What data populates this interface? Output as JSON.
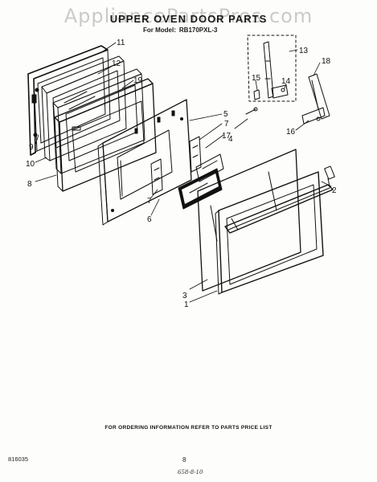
{
  "watermark": "AppliancePartsPros.com",
  "title": "UPPER OVEN DOOR PARTS",
  "model": {
    "label": "For Model:",
    "value": "RB170PXL-3"
  },
  "callouts": {
    "c1": "1",
    "c2": "2",
    "c3": "3",
    "c4": "4",
    "c5": "5",
    "c6": "6",
    "c7a": "7",
    "c7b": "7",
    "c8": "8",
    "c9": "9",
    "c10": "10",
    "c11": "11",
    "c12": "12",
    "c13": "13",
    "c14": "14",
    "c15": "15",
    "c16": "16",
    "c17": "17",
    "c18": "18",
    "c19": "19"
  },
  "footer_note": "FOR ORDERING INFORMATION REFER TO PARTS PRICE LIST",
  "doc_number": "816035",
  "page_number": "8",
  "handwritten_code": "658-8-10",
  "colors": {
    "ink": "#111111",
    "paper": "#fdfdfb",
    "watermark": "#8c8c8c"
  }
}
